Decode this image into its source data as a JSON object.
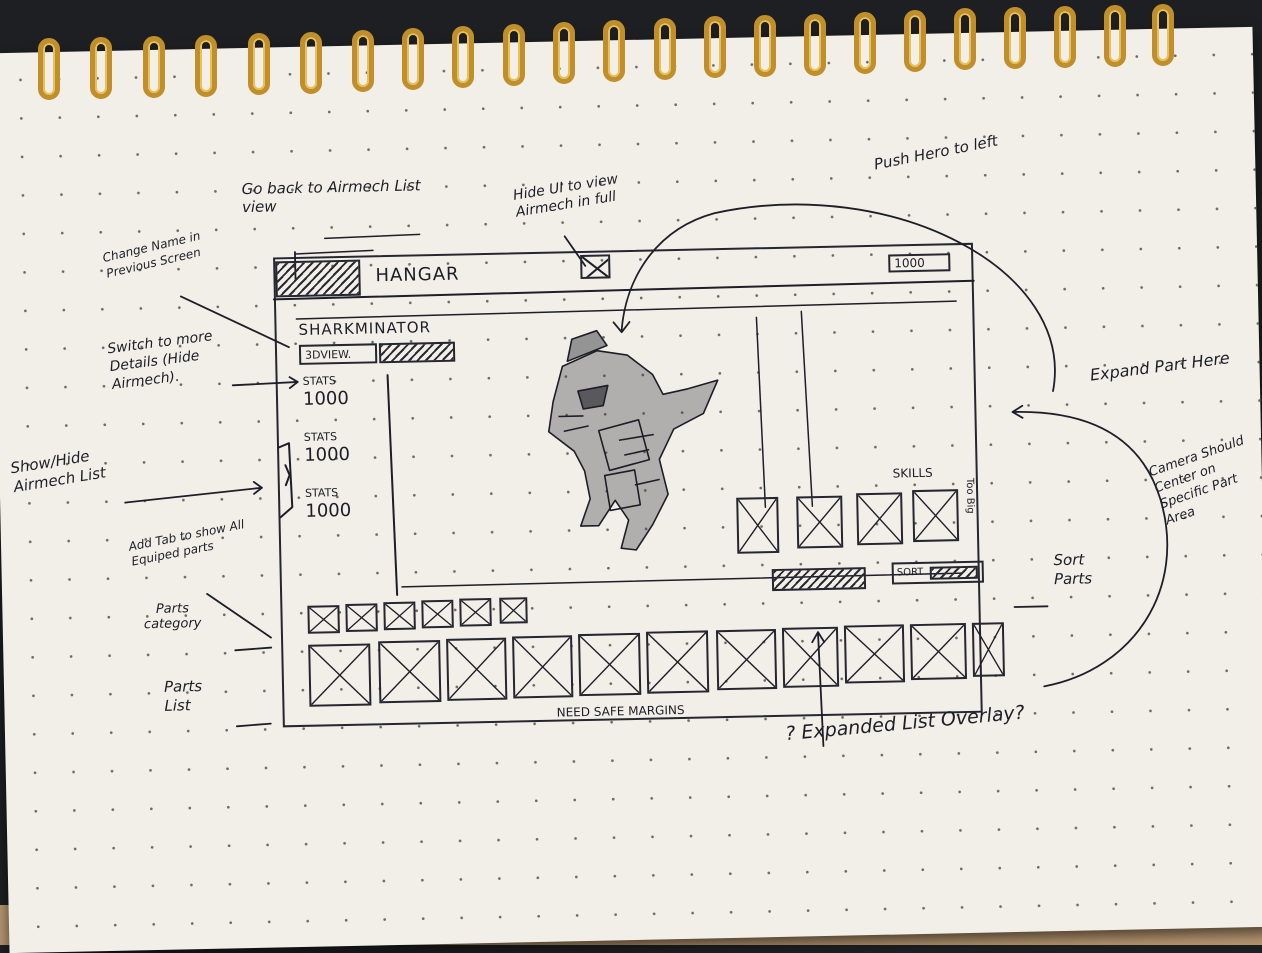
{
  "hangar": {
    "title": "HANGAR",
    "currency_value": "1000",
    "aimech_name": "SHARKMINATOR",
    "view_tab_label": "3DVIEW.",
    "stats": [
      {
        "label": "STATS",
        "value": "1000"
      },
      {
        "label": "STATS",
        "value": "1000"
      },
      {
        "label": "STATS",
        "value": "1000"
      }
    ],
    "skills_label": "SKILLS",
    "tooltip_label": "Too Big",
    "sort_label": "SORT",
    "footer_note": "NEED SAFE MARGINS"
  },
  "annotations": {
    "go_back": "Go back to Airmech List view",
    "change_name": "Change Name in Previous Screen",
    "hide_ui": "Hide UI to view Airmech in full",
    "push_hero": "Push Hero to left",
    "switch_details": "Switch to more Details (Hide Airmech).",
    "expand_part": "Expand Part Here",
    "show_hide_list": "Show/Hide Airmech List",
    "camera": "Camera Should Center on Specific Part Area",
    "add_tab": "Add Tab to show All Equiped parts",
    "parts_category": "Parts category",
    "sort_parts": "Sort Parts",
    "parts_list": "Parts List",
    "expanded_overlay": "? Expanded List Overlay?"
  },
  "colors": {
    "ink": "#1e1e28",
    "paper": "#f1efe8",
    "ring": "#c08f2c",
    "board": "#b79670"
  }
}
